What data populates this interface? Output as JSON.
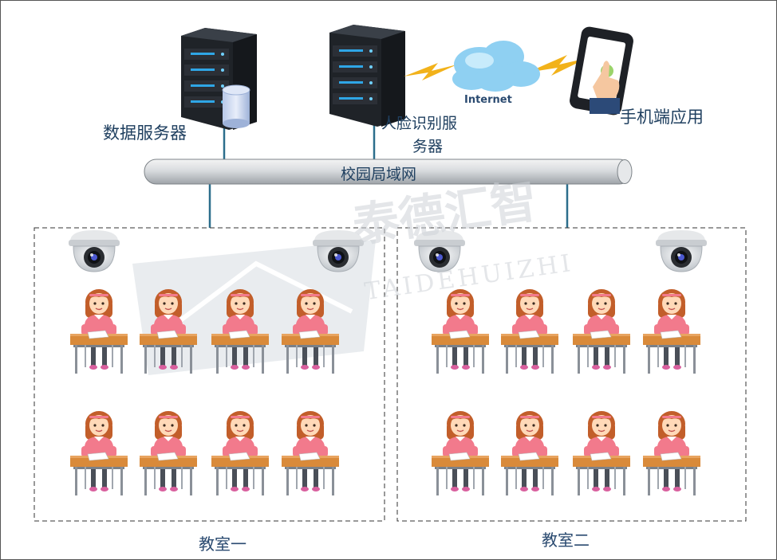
{
  "labels": {
    "data_server": "数据服务器",
    "face_server_line1": "人脸识别服",
    "face_server_line2": "务器",
    "internet": "Internet",
    "mobile_app": "手机端应用",
    "campus_lan": "校园局域网",
    "classroom_1": "教室一",
    "classroom_2": "教室二"
  },
  "watermark": {
    "cn": "泰德汇智",
    "en": "TAIDEHUIZHI"
  },
  "colors": {
    "line": "#2c6e8c",
    "server_body": "#2b2f36",
    "server_led": "#2fa6e6",
    "cloud": "#8fd0f2",
    "lightning": "#f2b21a",
    "desk": "#d98a3a",
    "shirt": "#f27a8c",
    "hair": "#c25e2a"
  },
  "icons": [
    "server-icon",
    "database-icon",
    "cloud-icon",
    "lightning-icon",
    "phone-icon",
    "camera-icon",
    "student-icon"
  ]
}
